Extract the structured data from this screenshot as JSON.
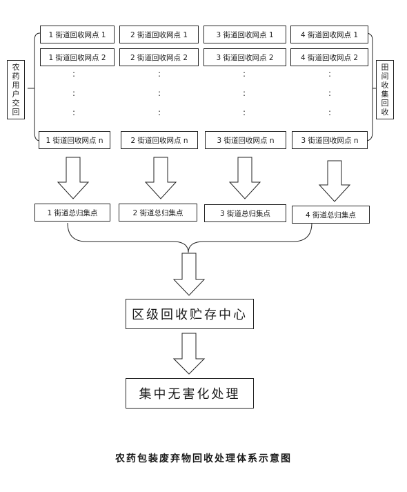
{
  "columns": [
    {
      "p1": "1 街道回收网点 1",
      "p2": "1 街道回收网点 2",
      "pn": "1 街道回收网点 n",
      "hub": "1 街道总归集点"
    },
    {
      "p1": "2 街道回收网点 1",
      "p2": "2 街道回收网点 2",
      "pn": "2 街道回收网点 n",
      "hub": "2 街道总归集点"
    },
    {
      "p1": "3 街道回收网点 1",
      "p2": "3 街道回收网点 2",
      "pn": "3 街道回收网点 n",
      "hub": "3 街道总归集点"
    },
    {
      "p1": "4 街道回收网点 1",
      "p2": "4 街道回收网点 2",
      "pn": "3 街道回收网点 n",
      "hub": "4 街道总归集点"
    }
  ],
  "dots": [
    ":",
    ":",
    ":",
    ":"
  ],
  "left_label": "农药用户交回",
  "right_label": "田间收集回收",
  "district_center": "区级回收贮存中心",
  "treatment": "集中无害化处理",
  "caption": "农药包装废弃物回收处理体系示意图"
}
